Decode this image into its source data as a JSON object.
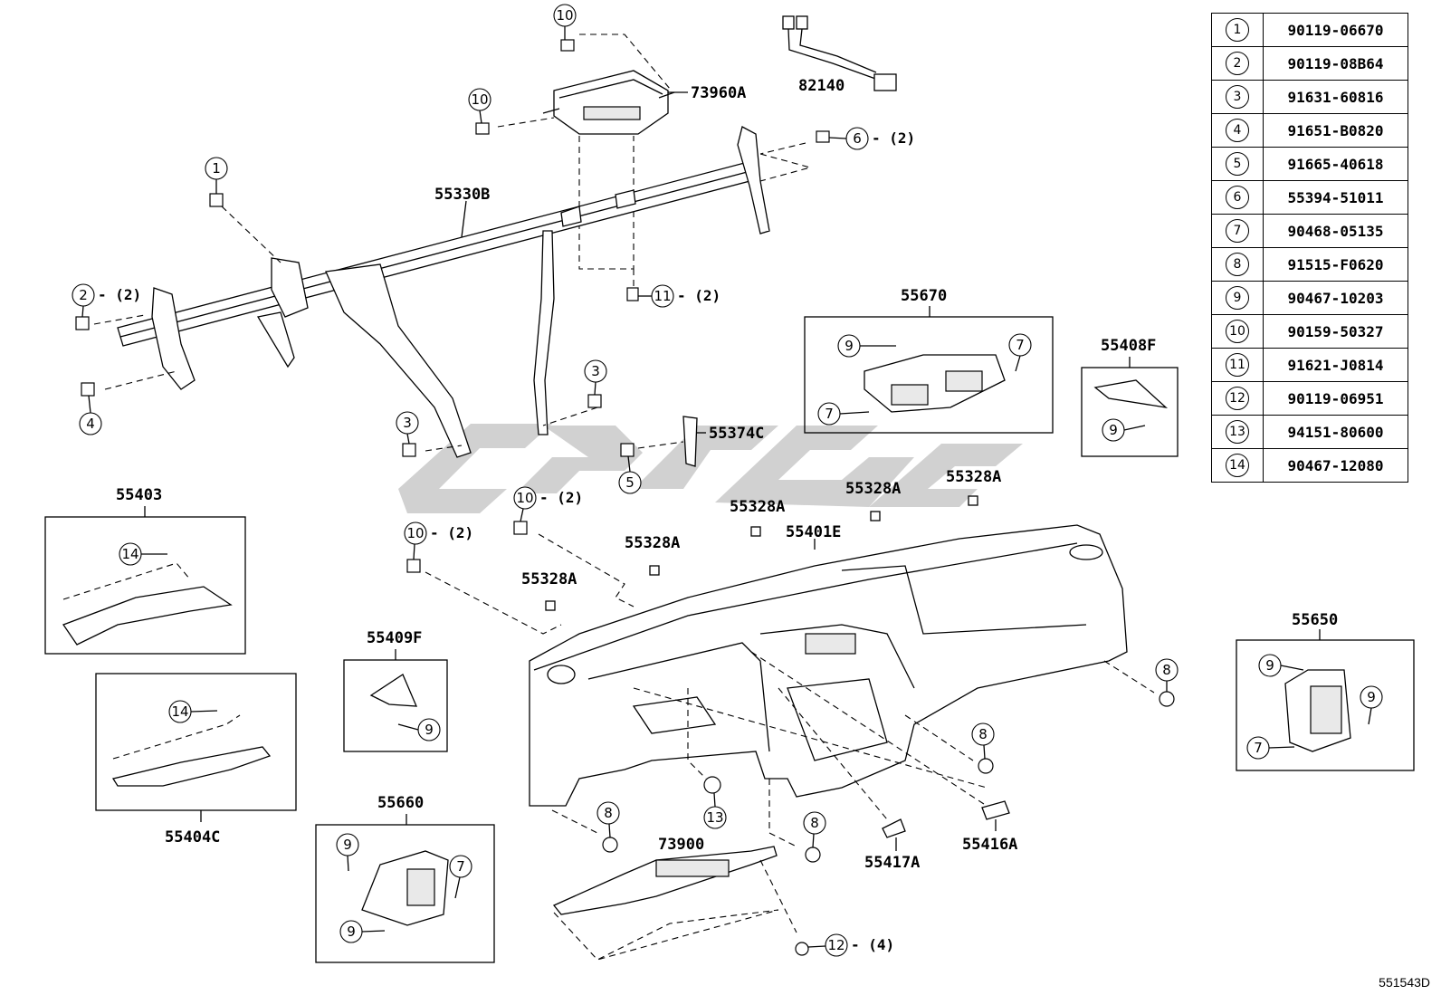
{
  "parts_table": [
    {
      "ref": "1",
      "part_no": "90119-06670"
    },
    {
      "ref": "2",
      "part_no": "90119-08B64"
    },
    {
      "ref": "3",
      "part_no": "91631-60816"
    },
    {
      "ref": "4",
      "part_no": "91651-B0820"
    },
    {
      "ref": "5",
      "part_no": "91665-40618"
    },
    {
      "ref": "6",
      "part_no": "55394-51011"
    },
    {
      "ref": "7",
      "part_no": "90468-05135"
    },
    {
      "ref": "8",
      "part_no": "91515-F0620"
    },
    {
      "ref": "9",
      "part_no": "90467-10203"
    },
    {
      "ref": "10",
      "part_no": "90159-50327"
    },
    {
      "ref": "11",
      "part_no": "91621-J0814"
    },
    {
      "ref": "12",
      "part_no": "90119-06951"
    },
    {
      "ref": "13",
      "part_no": "94151-80600"
    },
    {
      "ref": "14",
      "part_no": "90467-12080"
    }
  ],
  "labels": {
    "p73960A": "73960A",
    "p82140": "82140",
    "p55330B": "55330B",
    "p55670": "55670",
    "p55408F": "55408F",
    "p55374C": "55374C",
    "p55403": "55403",
    "p55404C": "55404C",
    "p55409F": "55409F",
    "p55660": "55660",
    "p55650": "55650",
    "p55401E": "55401E",
    "p55328A_1": "55328A",
    "p55328A_2": "55328A",
    "p55328A_3": "55328A",
    "p55328A_4": "55328A",
    "p55328A_5": "55328A",
    "p73900": "73900",
    "p55417A": "55417A",
    "p55416A": "55416A"
  },
  "callouts": {
    "c10_top": "10",
    "c10_left": "10",
    "c1": "1",
    "c2": "2",
    "c4": "4",
    "c3_a": "3",
    "c3_b": "3",
    "c11": "11",
    "c6": "6",
    "c5": "5",
    "c10_mid": "10",
    "c10_low": "10",
    "c14_a": "14",
    "c14_b": "14",
    "c9_a": "9",
    "c9_b": "9",
    "c9_c": "9",
    "c9_d": "9",
    "c9_e": "9",
    "c9_f": "9",
    "c9_g": "9",
    "c7_a": "7",
    "c7_b": "7",
    "c7_c": "7",
    "c7_d": "7",
    "c8_a": "8",
    "c8_b": "8",
    "c8_c": "8",
    "c8_d": "8",
    "c13": "13",
    "c12": "12"
  },
  "quantities": {
    "q6": "- (2)",
    "q2": "- (2)",
    "q11": "- (2)",
    "q10_mid": "- (2)",
    "q10_low": "- (2)",
    "q12": "- (4)"
  },
  "figure_code": "551543D"
}
